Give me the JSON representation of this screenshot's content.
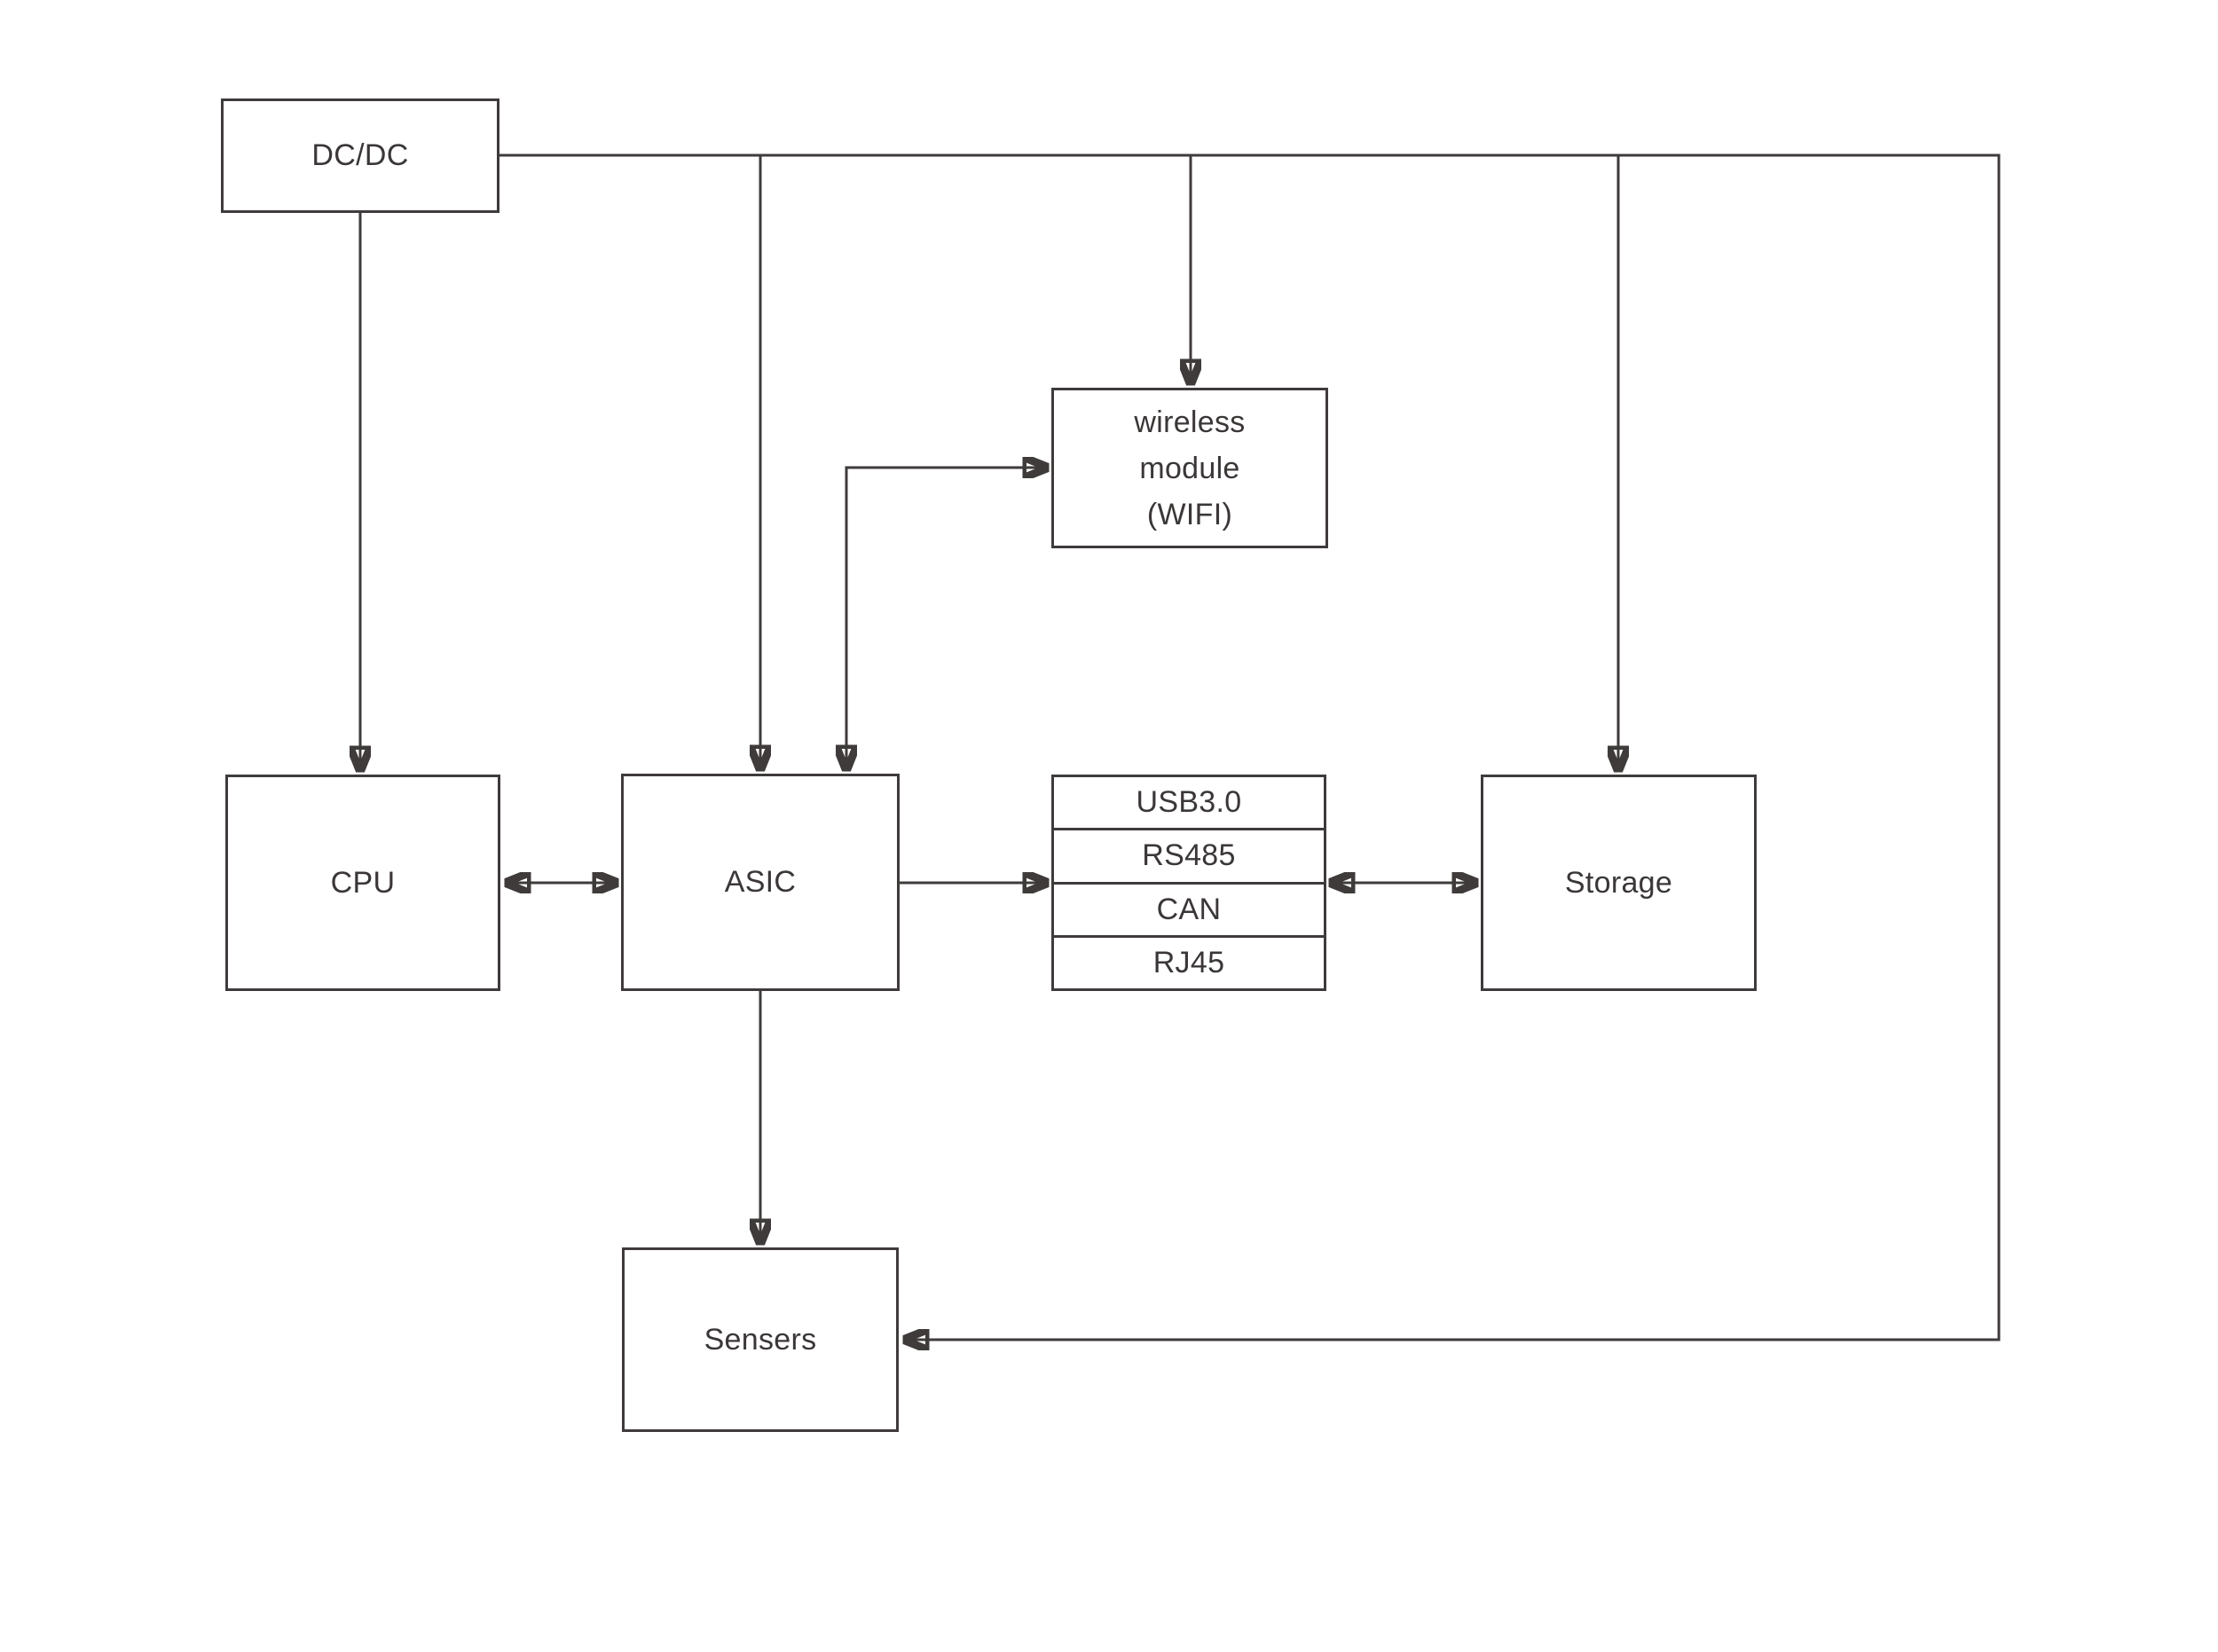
{
  "diagram": {
    "boxes": {
      "dcdc": {
        "label": "DC/DC"
      },
      "cpu": {
        "label": "CPU"
      },
      "asic": {
        "label": "ASIC"
      },
      "wireless": {
        "lines": [
          "wireless",
          "module",
          "(WIFI)"
        ]
      },
      "ports": {
        "rows": [
          "USB3.0",
          "RS485",
          "CAN",
          "RJ45"
        ]
      },
      "storage": {
        "label": "Storage"
      },
      "sensors": {
        "label": "Sensers"
      }
    },
    "connections": [
      {
        "from": "DC/DC",
        "to": "CPU",
        "arrows": "single"
      },
      {
        "from": "DC/DC",
        "to": "ASIC",
        "arrows": "single"
      },
      {
        "from": "DC/DC",
        "to": "wireless module (WIFI)",
        "arrows": "single"
      },
      {
        "from": "DC/DC",
        "to": "Storage",
        "arrows": "single"
      },
      {
        "from": "DC/DC",
        "to": "Sensers",
        "arrows": "single"
      },
      {
        "from": "ASIC",
        "to": "wireless module (WIFI)",
        "arrows": "double"
      },
      {
        "from": "CPU",
        "to": "ASIC",
        "arrows": "double"
      },
      {
        "from": "ASIC",
        "to": "ports",
        "arrows": "single"
      },
      {
        "from": "ports",
        "to": "Storage",
        "arrows": "double"
      },
      {
        "from": "ASIC",
        "to": "Sensers",
        "arrows": "single"
      }
    ],
    "colors": {
      "line": "#3f3b3b",
      "text": "#3b3737",
      "background": "#ffffff"
    }
  }
}
